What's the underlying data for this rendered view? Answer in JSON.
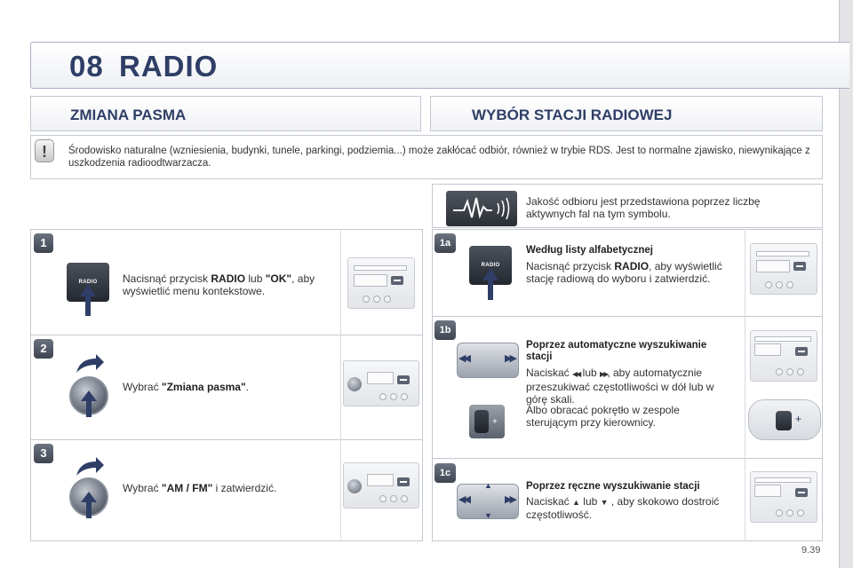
{
  "header": {
    "chapter": "08",
    "title": "RADIO"
  },
  "sections": {
    "left": "ZMIANA PASMA",
    "right": "WYBÓR STACJI RADIOWEJ"
  },
  "warning": {
    "icon": "exclamation-icon",
    "text": "Środowisko naturalne (wzniesienia, budynki, tunele, parkingi, podziemia...) może zakłócać odbiór, również w trybie RDS. Jest to normalne zjawisko, niewynikające z uszkodzenia radioodtwarzacza."
  },
  "signal": {
    "text": "Jakość odbioru jest przedstawiona poprzez liczbę aktywnych fal na tym symbolu."
  },
  "left_steps": [
    {
      "badge": "1",
      "button_label": "RADIO",
      "pre": "Nacisnąć przycisk ",
      "b1": "RADIO",
      "mid": " lub ",
      "b2": "\"OK\"",
      "post": ", aby wyświetlić menu kontekstowe."
    },
    {
      "badge": "2",
      "pre": "Wybrać ",
      "b1": "\"Zmiana pasma\"",
      "post": "."
    },
    {
      "badge": "3",
      "pre": "Wybrać ",
      "b1": "\"AM / FM\"",
      "post": " i zatwierdzić."
    }
  ],
  "right_steps": {
    "a": {
      "badge": "1a",
      "button_label": "RADIO",
      "heading": "Według listy alfabetycznej",
      "pre": "Nacisnąć przycisk ",
      "b1": "RADIO",
      "post": ", aby wyświetlić stację radiową do wyboru i zatwierdzić."
    },
    "b": {
      "badge": "1b",
      "heading": "Poprzez automatyczne wyszukiwanie stacji",
      "p1_pre": "Naciskać ",
      "p1_mid": " lub ",
      "p1_post": ", aby automatycznie przeszukiwać częstotliwości w dół lub w górę skali.",
      "p2": "Albo obracać pokrętło w zespole sterującym przy kierownicy."
    },
    "c": {
      "badge": "1c",
      "heading": "Poprzez ręczne wyszukiwanie stacji",
      "pre": "Naciskać ",
      "mid": " lub ",
      "post": " , aby skokowo dostroić częstotliwość."
    }
  },
  "glyphs": {
    "seek_back": "◀◀",
    "seek_fwd": "▶▶",
    "up": "▲",
    "down": "▼"
  },
  "colors": {
    "title": "#2e3e66",
    "arrow": "#2e3e66"
  },
  "page_number": "9.39"
}
